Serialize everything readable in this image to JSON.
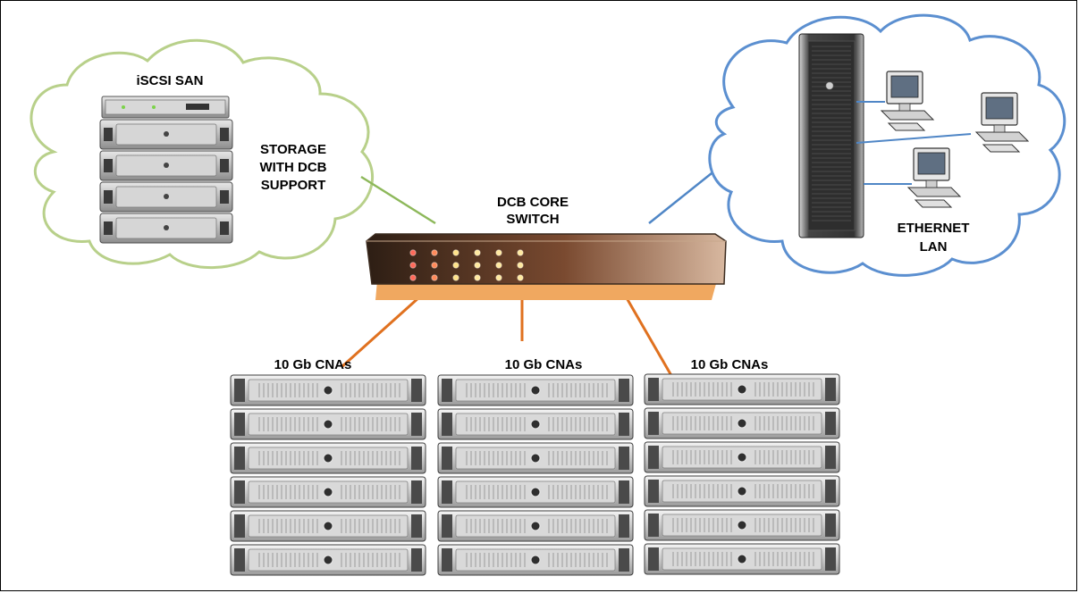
{
  "labels": {
    "san_title": "iSCSI SAN",
    "storage_line1": "STORAGE",
    "storage_line2": "WITH DCB",
    "storage_line3": "SUPPORT",
    "switch_line1": "DCB CORE",
    "switch_line2": "SWITCH",
    "lan_line1": "ETHERNET",
    "lan_line2": "LAN",
    "rack_label": "10 Gb CNAs"
  },
  "colors": {
    "san_cloud": "#b8d08a",
    "lan_cloud": "#5b8fd0",
    "san_link": "#8db85a",
    "lan_link": "#4f86c6",
    "server_link": "#e0711f",
    "switch_body": "#8b5a3a",
    "switch_shadow": "#f0a860"
  },
  "switch_leds": {
    "rows": 3,
    "columns": 6
  },
  "racks": [
    {
      "id": "left",
      "servers": 6
    },
    {
      "id": "center",
      "servers": 6
    },
    {
      "id": "right",
      "servers": 6
    }
  ],
  "storage_units": 4,
  "lan_workstations": 3
}
